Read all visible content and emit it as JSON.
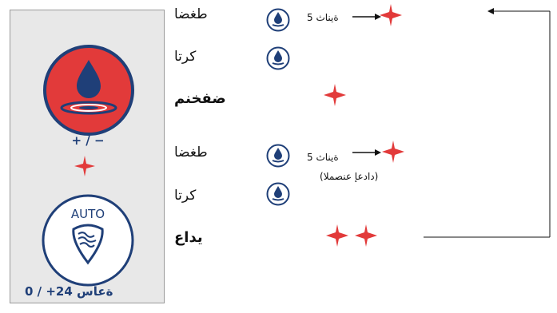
{
  "legend_panel": {
    "plus_minus_label": "+ / −",
    "auto_label": "AUTO",
    "hours_label": "0 / +24 ةعاس"
  },
  "rows": [
    {
      "label": "طغضا",
      "timing": "5 ةيناث",
      "icon": "water-drop-icon"
    },
    {
      "label": "كرتا",
      "icon": "water-drop-icon"
    },
    {
      "label": "ضفخنم",
      "bold": true
    },
    {
      "label": "طغضا",
      "timing": "5 ةيناث",
      "note": "(دادعإ عنصملا)",
      "icon": "water-drop-icon"
    },
    {
      "label": "كرتا",
      "icon": "water-drop-icon"
    },
    {
      "label": "يداع",
      "bold": true
    }
  ],
  "colors": {
    "blue": "#1f3f78",
    "red": "#e23a3a",
    "panel_bg": "#e8e8e8"
  }
}
